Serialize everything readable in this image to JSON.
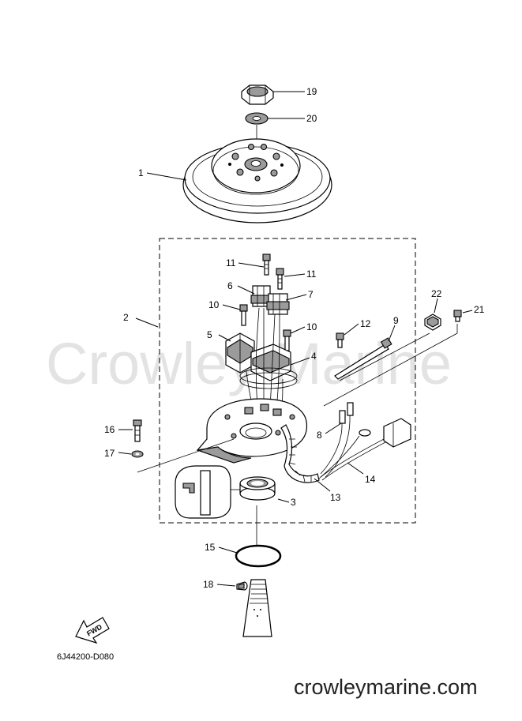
{
  "watermark": "Crowley Marine",
  "site_url": "crowleymarine.com",
  "diagram_code": "6J44200-D080",
  "direction_label": "FWD",
  "callouts": [
    "1",
    "2",
    "3",
    "4",
    "5",
    "6",
    "7",
    "8",
    "9",
    "10",
    "10",
    "11",
    "11",
    "12",
    "13",
    "14",
    "15",
    "16",
    "17",
    "18",
    "19",
    "20",
    "21",
    "22"
  ]
}
